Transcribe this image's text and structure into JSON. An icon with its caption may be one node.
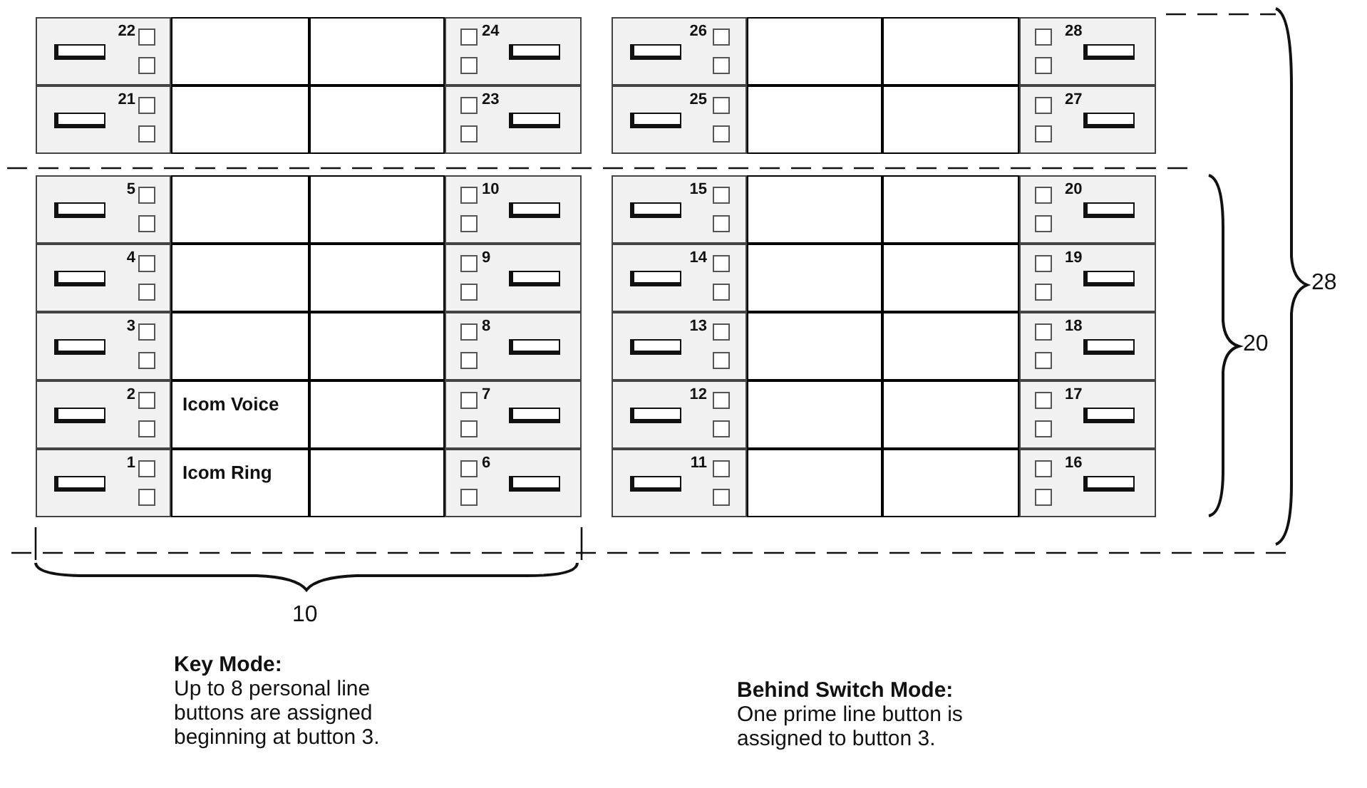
{
  "diagram": {
    "nodes": [
      {
        "text": [],
        "shape": "box"
      },
      {
        "text": [],
        "shape": "box"
      },
      {
        "text": [],
        "shape": "box"
      },
      {
        "text": [],
        "shape": "box"
      },
      {
        "text": [],
        "shape": "box"
      },
      {
        "text": [],
        "shape": "box"
      },
      {
        "text": [],
        "shape": "box"
      },
      {
        "text": [],
        "shape": "box"
      },
      {
        "text": [],
        "shape": "box"
      },
      {
        "text": [],
        "shape": "box"
      },
      {
        "text": [],
        "shape": "box"
      },
      {
        "text": [],
        "shape": "box"
      },
      {
        "text": [],
        "shape": "box"
      },
      {
        "text": [],
        "shape": "box"
      },
      {
        "text": [],
        "shape": "box"
      },
      {
        "text": [],
        "shape": "box"
      },
      {
        "text": [],
        "shape": "box"
      },
      {
        "text": [],
        "shape": "box"
      },
      {
        "text": [],
        "shape": "box"
      },
      {
        "text": [],
        "shape": "box"
      },
      {
        "text": [
          "Icom Voice"
        ]
      },
      {
        "text": [],
        "shape": "box"
      },
      {
        "text": [],
        "shape": "box"
      },
      {
        "text": [],
        "shape": "box"
      },
      {
        "text": [
          "Icom Ring"
        ]
      },
      {
        "text": [],
        "shape": "box"
      },
      {
        "text": [],
        "shape": "box"
      },
      {
        "text": [],
        "shape": "box"
      }
    ],
    "labels": [
      "22",
      "24",
      "26",
      "28",
      "21",
      "23",
      "25",
      "27",
      "5",
      "10",
      "15",
      "20",
      "28",
      "4",
      "9",
      "14",
      "19",
      "20",
      "3",
      "8",
      "13",
      "18",
      "2",
      "7",
      "12",
      "17",
      "1",
      "6",
      "11",
      "16",
      "10",
      "Key Mode:",
      "Up to 8 personal line buttons are assigned beginning at button 3.",
      "Behind Switch Mode:",
      "One prime line button is assigned to button 3."
    ]
  }
}
